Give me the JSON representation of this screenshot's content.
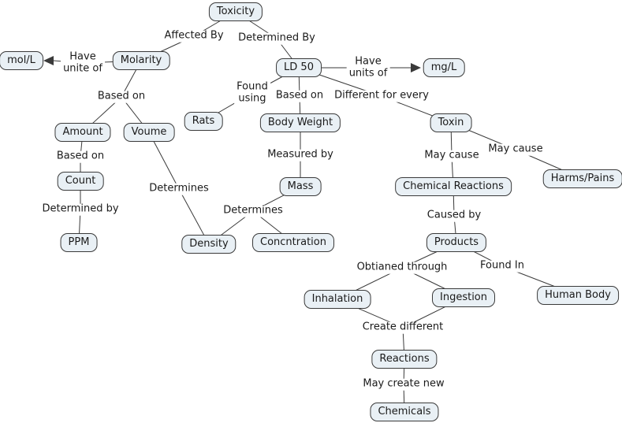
{
  "colors": {
    "background": "#ffffff",
    "node_fill": "#e9f0f5",
    "node_border": "#3a3a3a",
    "line": "#3a3a3a",
    "text": "#1a1a1a"
  },
  "diagram": {
    "type": "concept-map",
    "root_concept": "Toxicity",
    "nodes": [
      {
        "id": "toxicity",
        "label": "Toxicity"
      },
      {
        "id": "mol-l",
        "label": "mol/L"
      },
      {
        "id": "molarity",
        "label": "Molarity"
      },
      {
        "id": "ld50",
        "label": "LD 50"
      },
      {
        "id": "mg-l",
        "label": "mg/L"
      },
      {
        "id": "rats",
        "label": "Rats"
      },
      {
        "id": "body-weight",
        "label": "Body Weight"
      },
      {
        "id": "toxin",
        "label": "Toxin"
      },
      {
        "id": "amount",
        "label": "Amount"
      },
      {
        "id": "voume",
        "label": "Voume"
      },
      {
        "id": "harms-pains",
        "label": "Harms/Pains"
      },
      {
        "id": "count",
        "label": "Count"
      },
      {
        "id": "mass",
        "label": "Mass"
      },
      {
        "id": "chemical-reactions",
        "label": "Chemical Reactions"
      },
      {
        "id": "ppm",
        "label": "PPM"
      },
      {
        "id": "density",
        "label": "Density"
      },
      {
        "id": "concntration",
        "label": "Concntration"
      },
      {
        "id": "products",
        "label": "Products"
      },
      {
        "id": "inhalation",
        "label": "Inhalation"
      },
      {
        "id": "ingestion",
        "label": "Ingestion"
      },
      {
        "id": "human-body",
        "label": "Human Body"
      },
      {
        "id": "reactions",
        "label": "Reactions"
      },
      {
        "id": "chemicals",
        "label": "Chemicals"
      }
    ],
    "edges": [
      {
        "id": "affected-by",
        "label": "Affected By",
        "sources": [
          "toxicity"
        ],
        "targets": [
          "molarity"
        ],
        "arrow": false
      },
      {
        "id": "determined-by",
        "label": "Determined By",
        "sources": [
          "toxicity"
        ],
        "targets": [
          "ld50"
        ],
        "arrow": false
      },
      {
        "id": "have-unite-of",
        "label": "Have\nunite of",
        "sources": [
          "molarity"
        ],
        "targets": [
          "mol-l"
        ],
        "arrow": true
      },
      {
        "id": "molarity-based-on",
        "label": "Based on",
        "sources": [
          "molarity"
        ],
        "targets": [
          "amount",
          "voume"
        ],
        "arrow": false
      },
      {
        "id": "found-using",
        "label": "Found\nusing",
        "sources": [
          "ld50"
        ],
        "targets": [
          "rats"
        ],
        "arrow": false
      },
      {
        "id": "ld50-based-on",
        "label": "Based on",
        "sources": [
          "ld50"
        ],
        "targets": [
          "body-weight"
        ],
        "arrow": false
      },
      {
        "id": "have-units-of",
        "label": "Have\nunits of",
        "sources": [
          "ld50"
        ],
        "targets": [
          "mg-l"
        ],
        "arrow": true
      },
      {
        "id": "different-for-every",
        "label": "Different for every",
        "sources": [
          "ld50"
        ],
        "targets": [
          "toxin"
        ],
        "arrow": false
      },
      {
        "id": "amount-based-on",
        "label": "Based on",
        "sources": [
          "amount"
        ],
        "targets": [
          "count"
        ],
        "arrow": false
      },
      {
        "id": "count-determined-by",
        "label": "Determined by",
        "sources": [
          "count"
        ],
        "targets": [
          "ppm"
        ],
        "arrow": false
      },
      {
        "id": "voume-determines",
        "label": "Determines",
        "sources": [
          "voume"
        ],
        "targets": [
          "density"
        ],
        "arrow": false
      },
      {
        "id": "measured-by",
        "label": "Measured by",
        "sources": [
          "body-weight"
        ],
        "targets": [
          "mass"
        ],
        "arrow": false
      },
      {
        "id": "mass-determines",
        "label": "Determines",
        "sources": [
          "mass"
        ],
        "targets": [
          "density",
          "concntration"
        ],
        "arrow": false
      },
      {
        "id": "may-cause-reactions",
        "label": "May cause",
        "sources": [
          "toxin"
        ],
        "targets": [
          "chemical-reactions"
        ],
        "arrow": false
      },
      {
        "id": "may-cause-harms",
        "label": "May cause",
        "sources": [
          "toxin"
        ],
        "targets": [
          "harms-pains"
        ],
        "arrow": false
      },
      {
        "id": "caused-by",
        "label": "Caused by",
        "sources": [
          "chemical-reactions"
        ],
        "targets": [
          "products"
        ],
        "arrow": false
      },
      {
        "id": "obtianed-through",
        "label": "Obtianed through",
        "sources": [
          "products"
        ],
        "targets": [
          "inhalation",
          "ingestion"
        ],
        "arrow": false
      },
      {
        "id": "found-in",
        "label": "Found In",
        "sources": [
          "products"
        ],
        "targets": [
          "human-body"
        ],
        "arrow": false
      },
      {
        "id": "create-different",
        "label": "Create different",
        "sources": [
          "inhalation",
          "ingestion"
        ],
        "targets": [
          "reactions"
        ],
        "arrow": false
      },
      {
        "id": "may-create-new",
        "label": "May create new",
        "sources": [
          "reactions"
        ],
        "targets": [
          "chemicals"
        ],
        "arrow": false
      }
    ]
  }
}
